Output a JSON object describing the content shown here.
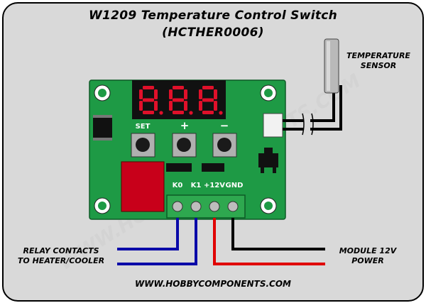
{
  "title": "W1209 Temperature Control Switch",
  "subtitle": "(HCTHER0006)",
  "display": {
    "digits": [
      "8",
      "8",
      "8"
    ]
  },
  "buttons": {
    "set": "SET",
    "plus": "+",
    "minus": "−"
  },
  "terminals": [
    "K0",
    "K1",
    "+12V",
    "GND"
  ],
  "labels": {
    "sensor_line1": "TEMPERATURE",
    "sensor_line2": "SENSOR",
    "relay_line1": "RELAY CONTACTS",
    "relay_line2": "TO HEATER/COOLER",
    "power_line1": "MODULE 12V",
    "power_line2": "POWER"
  },
  "footer_url": "WWW.HOBBYCOMPONENTS.COM",
  "watermark": "WWW.HOBBYCOMPONENTS.COM",
  "colors": {
    "board": "#1e9a45",
    "display_segment": "#e0102a",
    "terminal_block": "#2ea84f",
    "wire_relay": "#0a0aa8",
    "wire_positive": "#e00000",
    "wire_ground": "#000000",
    "background": "#d9d9d9"
  }
}
